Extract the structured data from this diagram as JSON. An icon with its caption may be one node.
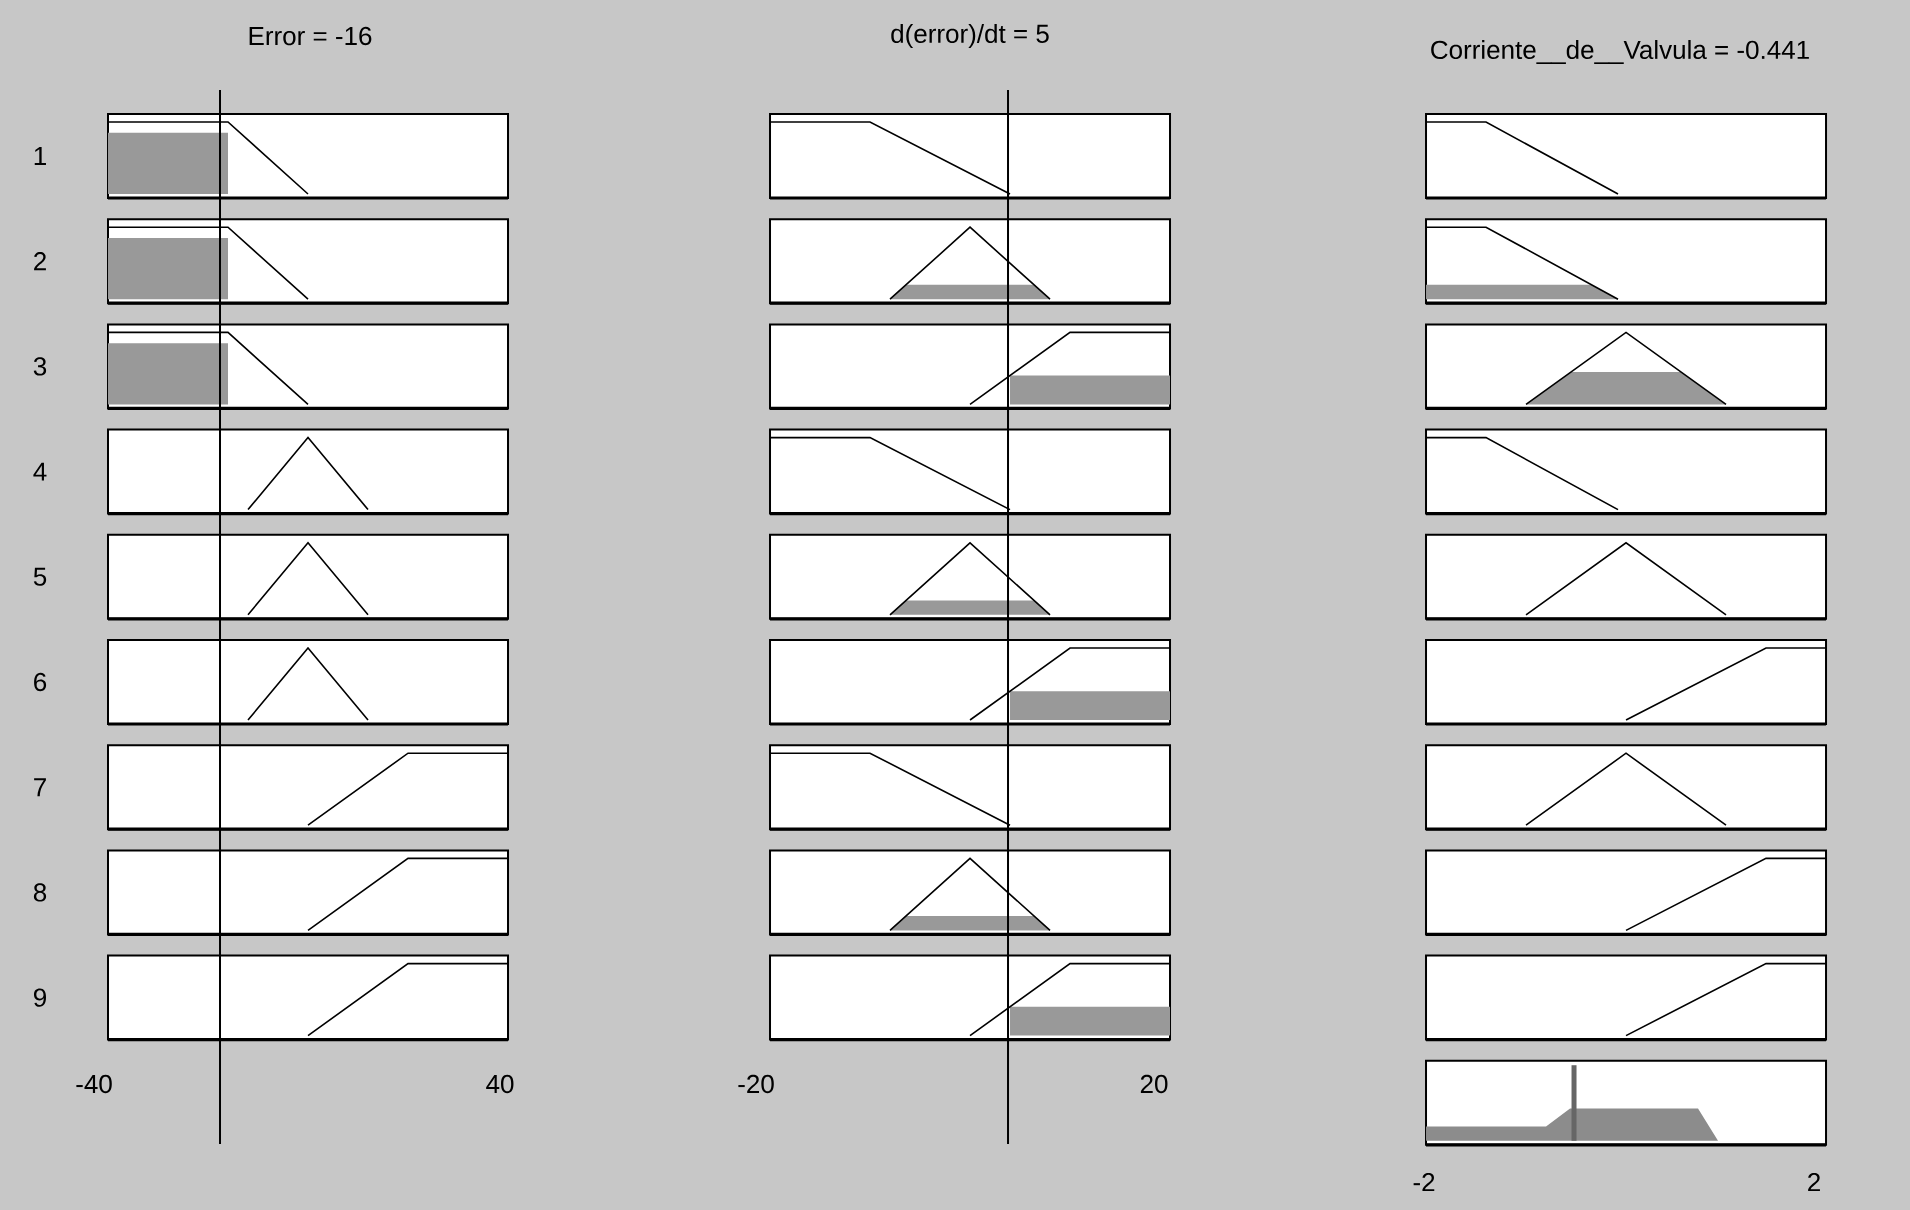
{
  "diagram": {
    "labels": [
      "Error = -16",
      "d(error)/dt = 5",
      "Corriente__de__Valvula = -0.441",
      "1",
      "2",
      "3",
      "4",
      "5",
      "6",
      "7",
      "8",
      "9",
      "-40",
      "40",
      "-20",
      "20",
      "-2",
      "2"
    ]
  }
}
